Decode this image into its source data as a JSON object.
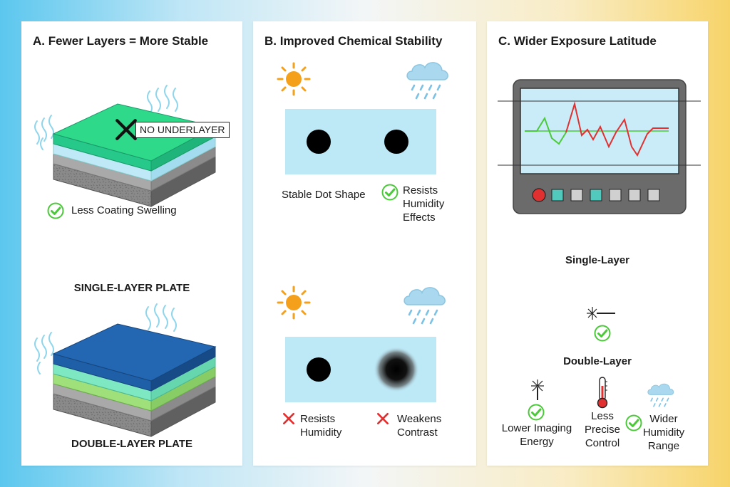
{
  "panel_a": {
    "title": "A. Fewer Layers = More Stable",
    "callout": "NO UNDERLAYER",
    "check_label": "Less Coating Swelling",
    "single_label": "SINGLE-LAYER PLATE",
    "double_label": "DOUBLE-LAYER PLATE"
  },
  "panel_b": {
    "title": "B. Improved Chemical Stability",
    "stable_label": "Stable Dot Shape",
    "resists_humidity_effects": [
      "Resists",
      "Humidity",
      "Effects"
    ],
    "resists_humidity": [
      "Resists",
      "Humidity"
    ],
    "weakens_contrast": [
      "Weakens",
      "Contrast"
    ]
  },
  "panel_c": {
    "title": "C. Wider Exposure Latitude",
    "single_label": "Single-Layer",
    "double_label": "Double-Layer",
    "lower_energy": [
      "Lower Imaging",
      "Energy"
    ],
    "less_precise": [
      "Less",
      "Precise",
      "Control"
    ],
    "wider_humidity": [
      "Wider",
      "Humidity",
      "Range"
    ]
  },
  "colors": {
    "check": "#4cc93a",
    "cross": "#e03030",
    "sun": "#f5a01a",
    "cloud": "#a9d8ef",
    "rain": "#7cc2e6",
    "single_top": "#2ed98a",
    "double_top": "#1f5fa8",
    "dot_area": "#bde8f6",
    "monitor_bezel": "#6b6b6b",
    "signal_green": "#4cc93a",
    "signal_red": "#e03030",
    "thermometer": "#e03030"
  }
}
